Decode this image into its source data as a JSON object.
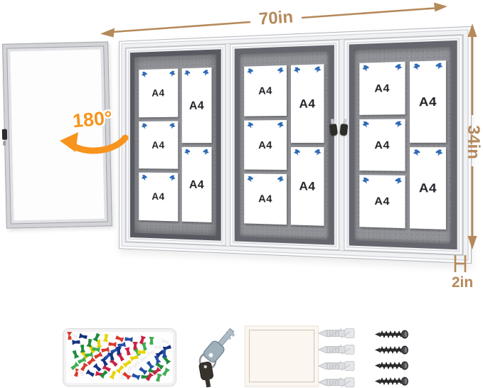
{
  "annotations": {
    "width": {
      "label": "70in"
    },
    "height": {
      "label": "34in"
    },
    "depth": {
      "label": "2in"
    },
    "door_swing": {
      "label": "180°",
      "color": "#f7941e"
    },
    "dimension_color": "#b5895a"
  },
  "board": {
    "panel_count": 3,
    "open_panel_index": 0,
    "paper_label": "A4",
    "papers_left_column": 3,
    "papers_right_column": 2,
    "total_papers": 15,
    "pin_color": "#2d6ab5",
    "felt_color": "#8f9196",
    "frame_color": "#66676e"
  },
  "accessories": {
    "pushpin_box": {
      "pin_count": 72,
      "pin_colors": [
        "#d93a2b",
        "#2350a9",
        "#1f8c3b",
        "#e8d400",
        "#f2f2f2",
        "#16327f",
        "#cc2044",
        "#3fae52"
      ]
    },
    "keys": {
      "count": 2
    },
    "mounting_pad": {
      "color": "#fbf6f0"
    },
    "anchors": {
      "count": 4
    },
    "screws": {
      "count": 4
    }
  }
}
